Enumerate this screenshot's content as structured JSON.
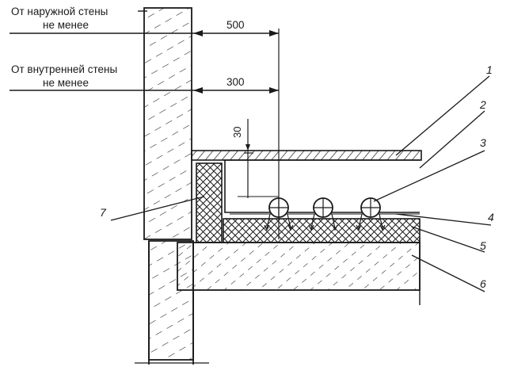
{
  "labels": {
    "outer_wall_line1": "От наружной стены",
    "outer_wall_line2": "не менее",
    "inner_wall_line1": "От внутренней стены",
    "inner_wall_line2": "не менее"
  },
  "dimensions": {
    "outer": "500",
    "inner": "300",
    "vertical": "30"
  },
  "callouts": [
    "1",
    "2",
    "3",
    "4",
    "5",
    "6",
    "7"
  ],
  "colors": {
    "ink": "#1a1a1a",
    "paper": "#ffffff"
  }
}
